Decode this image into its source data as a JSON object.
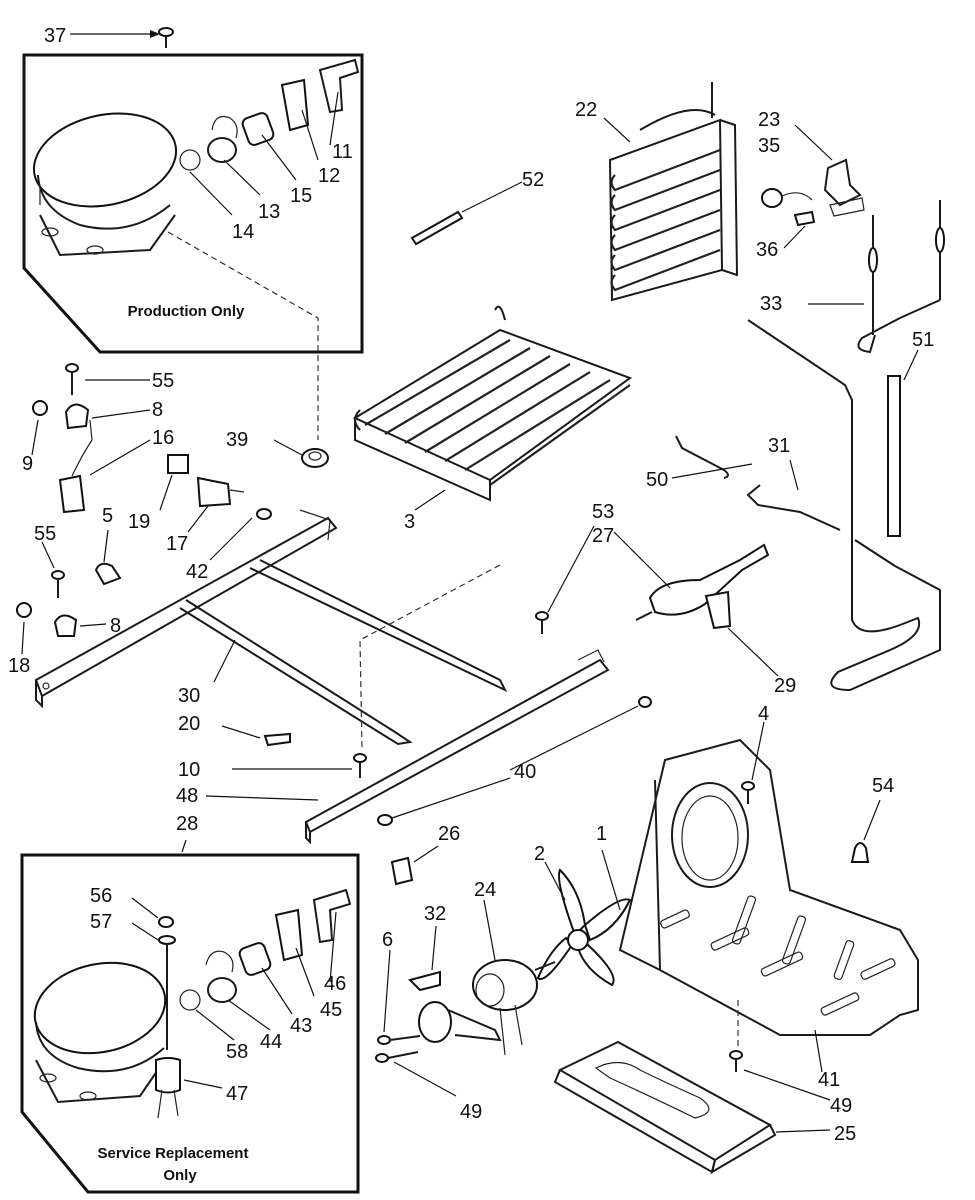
{
  "captions": {
    "production": "Production Only",
    "service_line1": "Service Replacement",
    "service_line2": "Only"
  },
  "callouts": [
    {
      "id": "c37",
      "text": "37"
    },
    {
      "id": "c22",
      "text": "22"
    },
    {
      "id": "c23",
      "text": "23"
    },
    {
      "id": "c35",
      "text": "35"
    },
    {
      "id": "c11",
      "text": "11"
    },
    {
      "id": "c12",
      "text": "12"
    },
    {
      "id": "c15",
      "text": "15"
    },
    {
      "id": "c13",
      "text": "13"
    },
    {
      "id": "c14",
      "text": "14"
    },
    {
      "id": "c52",
      "text": "52"
    },
    {
      "id": "c36",
      "text": "36"
    },
    {
      "id": "c33",
      "text": "33"
    },
    {
      "id": "c51",
      "text": "51"
    },
    {
      "id": "c55a",
      "text": "55"
    },
    {
      "id": "c8a",
      "text": "8"
    },
    {
      "id": "c9",
      "text": "9"
    },
    {
      "id": "c16",
      "text": "16"
    },
    {
      "id": "c39",
      "text": "39"
    },
    {
      "id": "c31",
      "text": "31"
    },
    {
      "id": "c50",
      "text": "50"
    },
    {
      "id": "c53",
      "text": "53"
    },
    {
      "id": "c27",
      "text": "27"
    },
    {
      "id": "c19",
      "text": "19"
    },
    {
      "id": "c17",
      "text": "17"
    },
    {
      "id": "c42",
      "text": "42"
    },
    {
      "id": "c5",
      "text": "5"
    },
    {
      "id": "c3",
      "text": "3"
    },
    {
      "id": "c55b",
      "text": "55"
    },
    {
      "id": "c8b",
      "text": "8"
    },
    {
      "id": "c18",
      "text": "18"
    },
    {
      "id": "c30",
      "text": "30"
    },
    {
      "id": "c29",
      "text": "29"
    },
    {
      "id": "c20",
      "text": "20"
    },
    {
      "id": "c4",
      "text": "4"
    },
    {
      "id": "c10",
      "text": "10"
    },
    {
      "id": "c40",
      "text": "40"
    },
    {
      "id": "c54",
      "text": "54"
    },
    {
      "id": "c48",
      "text": "48"
    },
    {
      "id": "c28",
      "text": "28"
    },
    {
      "id": "c26",
      "text": "26"
    },
    {
      "id": "c1",
      "text": "1"
    },
    {
      "id": "c2",
      "text": "2"
    },
    {
      "id": "c24",
      "text": "24"
    },
    {
      "id": "c56",
      "text": "56"
    },
    {
      "id": "c32",
      "text": "32"
    },
    {
      "id": "c57",
      "text": "57"
    },
    {
      "id": "c46",
      "text": "46"
    },
    {
      "id": "c6",
      "text": "6"
    },
    {
      "id": "c45",
      "text": "45"
    },
    {
      "id": "c43",
      "text": "43"
    },
    {
      "id": "c44",
      "text": "44"
    },
    {
      "id": "c58",
      "text": "58"
    },
    {
      "id": "c47",
      "text": "47"
    },
    {
      "id": "c41",
      "text": "41"
    },
    {
      "id": "c49a",
      "text": "49"
    },
    {
      "id": "c49b",
      "text": "49"
    },
    {
      "id": "c25",
      "text": "25"
    }
  ]
}
